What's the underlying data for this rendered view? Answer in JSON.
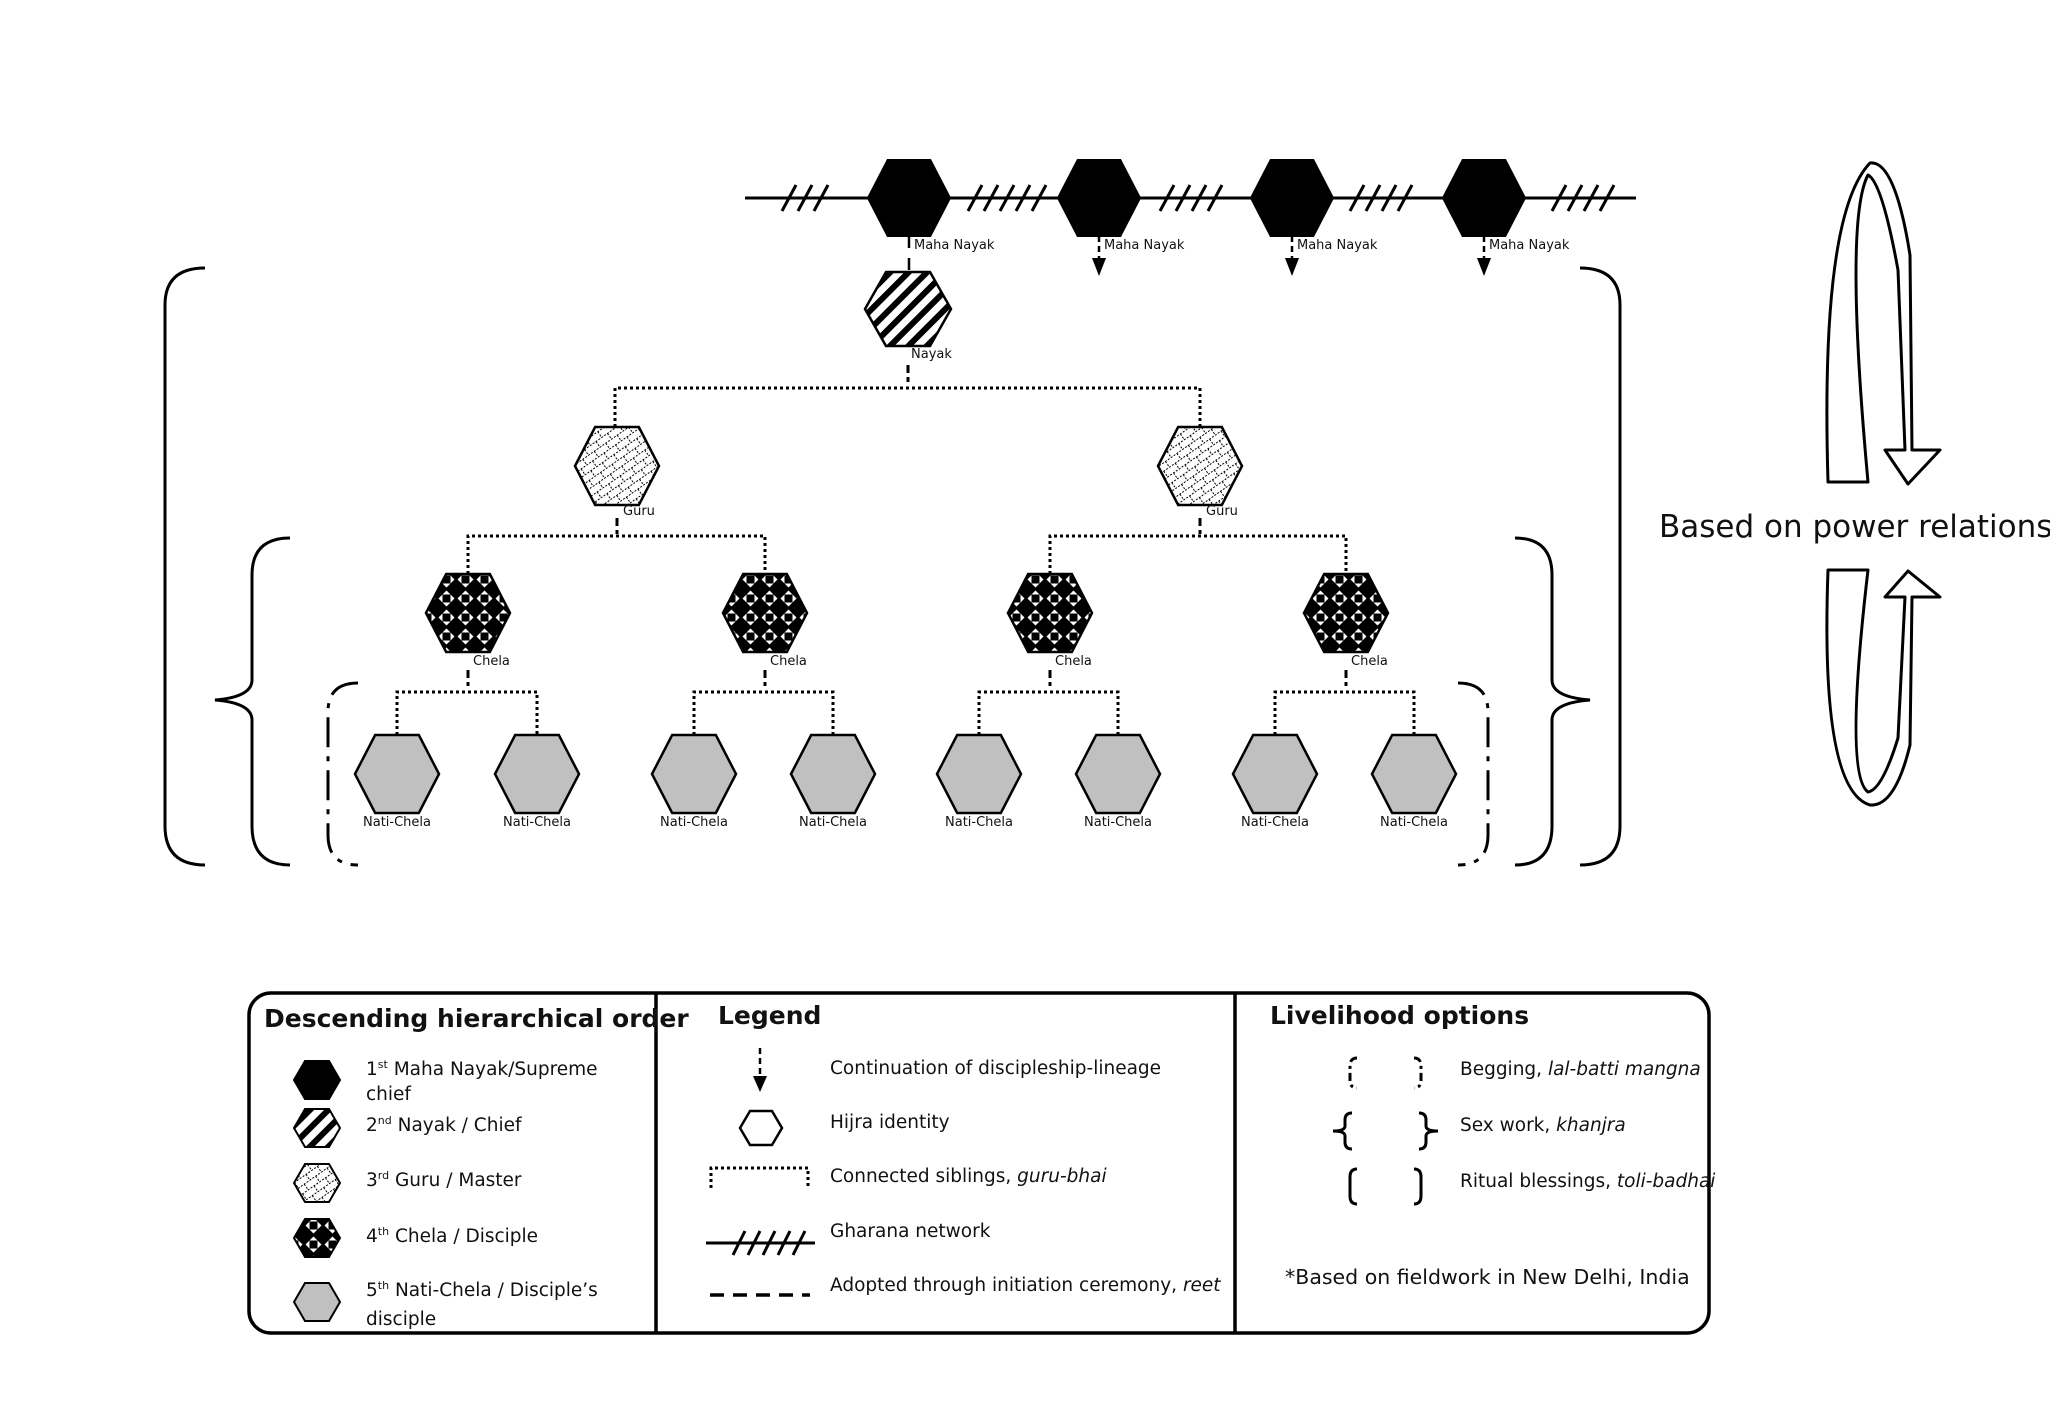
{
  "diagram": {
    "levels": {
      "maha_nayak": "Maha Nayak",
      "nayak": "Nayak",
      "guru": "Guru",
      "chela": "Chela",
      "nati_chela": "Nati-Chela"
    },
    "side_note": "Based on power relations"
  },
  "hierarchy_panel": {
    "title": "Descending hierarchical order",
    "items": [
      {
        "ordinal": "1",
        "suffix": "st",
        "line1": "Maha Nayak/Supreme",
        "line2": "chief"
      },
      {
        "ordinal": "2",
        "suffix": "nd",
        "line1": "Nayak / Chief",
        "line2": ""
      },
      {
        "ordinal": "3",
        "suffix": "rd",
        "line1": "Guru / Master",
        "line2": ""
      },
      {
        "ordinal": "4",
        "suffix": "th",
        "line1": "Chela / Disciple",
        "line2": ""
      },
      {
        "ordinal": "5",
        "suffix": "th",
        "line1": "Nati-Chela / Disciple’s",
        "line2": "disciple"
      }
    ]
  },
  "legend_panel": {
    "title": "Legend",
    "items": [
      {
        "icon": "down-arrow-icon",
        "text": "Continuation of discipleship-lineage",
        "italic": ""
      },
      {
        "icon": "hexagon-outline-icon",
        "text": "Hijra identity",
        "italic": ""
      },
      {
        "icon": "dotted-bracket-icon",
        "text": "Connected siblings, ",
        "italic": "guru-bhai"
      },
      {
        "icon": "hatched-line-icon",
        "text": "Gharana network",
        "italic": ""
      },
      {
        "icon": "dashed-line-icon",
        "text": "Adopted through initiation ceremony, ",
        "italic": "reet"
      }
    ]
  },
  "livelihood_panel": {
    "title": "Livelihood options",
    "items": [
      {
        "icon": "dash-dot-bracket-icon",
        "text": "Begging, ",
        "italic": "lal-batti mangna"
      },
      {
        "icon": "curly-bracket-icon",
        "text": "Sex work, ",
        "italic": "khanjra"
      },
      {
        "icon": "round-bracket-icon",
        "text": "Ritual blessings, ",
        "italic": "toli-badhai"
      }
    ],
    "footnote": "*Based on fieldwork in New Delhi, India"
  }
}
